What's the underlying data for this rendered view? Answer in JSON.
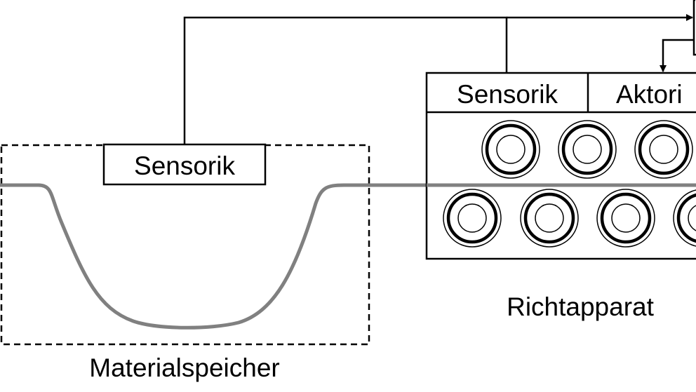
{
  "materialspeicher": {
    "sensor_label": "Sensorik",
    "caption": "Materialspeicher"
  },
  "richtapparat": {
    "sensor_label": "Sensorik",
    "actuator_label": "Aktori",
    "caption": "Richtapparat",
    "upper_roller_count": 3,
    "lower_roller_count": 4
  },
  "colors": {
    "line": "#000000",
    "material_strip": "#808080",
    "background": "#ffffff"
  }
}
